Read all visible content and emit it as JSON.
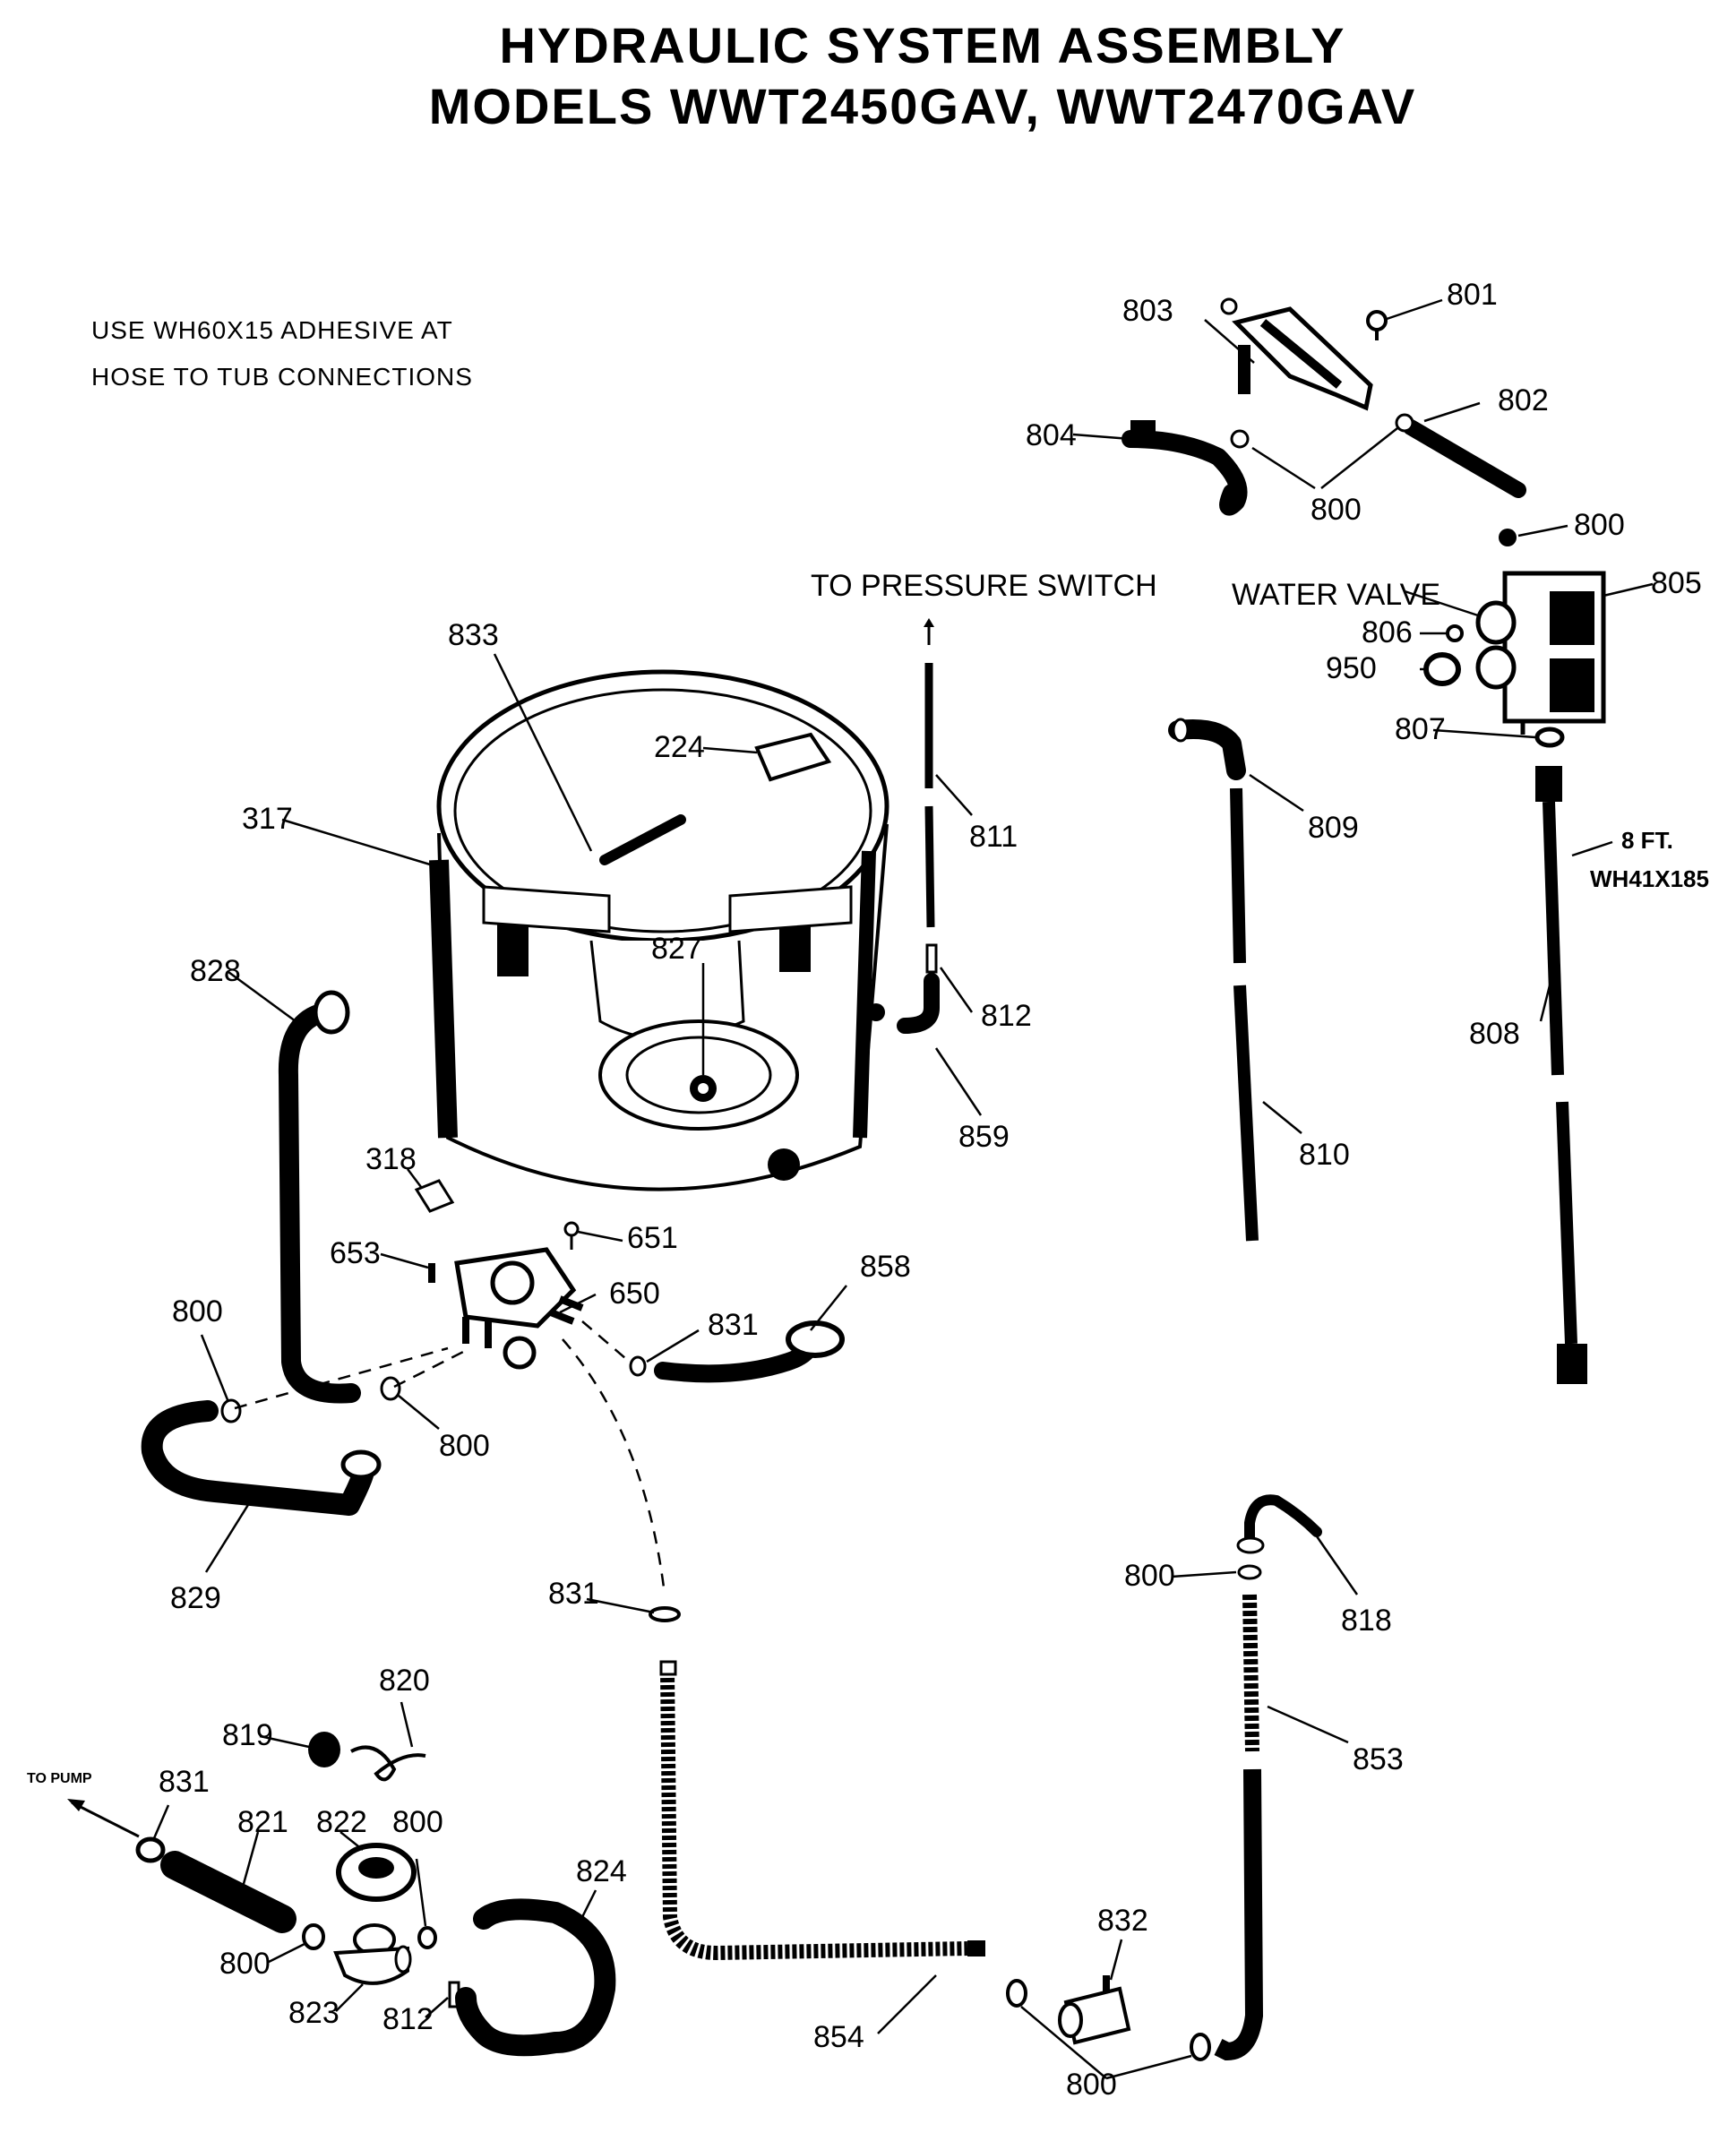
{
  "title": {
    "line1": "HYDRAULIC SYSTEM ASSEMBLY",
    "line2": "MODELS WWT2450GAV, WWT2470GAV"
  },
  "note": {
    "line1": "USE WH60X15 ADHESIVE AT",
    "line2": "HOSE TO TUB CONNECTIONS"
  },
  "annotations": {
    "to_pressure_switch": "TO PRESSURE SWITCH",
    "water_valve": "WATER VALVE",
    "hose_length": "8 FT.",
    "hose_part": "WH41X185",
    "to_pump": "TO PUMP"
  },
  "part_labels": {
    "p801": "801",
    "p803": "803",
    "p802": "802",
    "p804": "804",
    "p800_a": "800",
    "p800_b": "800",
    "p805": "805",
    "p806": "806",
    "p950": "950",
    "p807": "807",
    "p833": "833",
    "p224": "224",
    "p811": "811",
    "p809": "809",
    "p317": "317",
    "p808": "808",
    "p828": "828",
    "p827": "827",
    "p812_a": "812",
    "p859": "859",
    "p810": "810",
    "p318": "318",
    "p651": "651",
    "p653": "653",
    "p858": "858",
    "p650": "650",
    "p800_c": "800",
    "p831_a": "831",
    "p800_d": "800",
    "p829": "829",
    "p831_b": "831",
    "p800_e": "800",
    "p818": "818",
    "p853": "853",
    "p820": "820",
    "p819": "819",
    "p831_c": "831",
    "p821": "821",
    "p822": "822",
    "p800_f": "800",
    "p824": "824",
    "p800_g": "800",
    "p823": "823",
    "p812_b": "812",
    "p832": "832",
    "p854": "854",
    "p800_h": "800"
  }
}
